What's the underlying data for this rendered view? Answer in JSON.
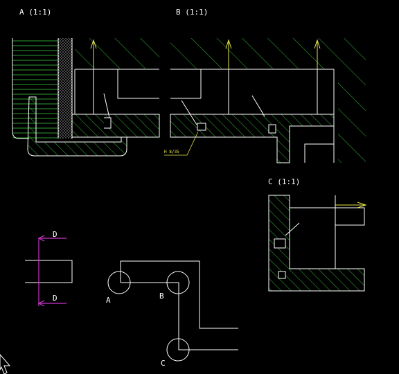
{
  "colors": {
    "background": "#000000",
    "outline": "#ffffff",
    "hatch": "#2e9c2e",
    "marker": "#cc33cc",
    "annotation": "#e6e64d"
  },
  "views": {
    "a": {
      "title": "A (1:1)"
    },
    "b": {
      "title": "B (1:1)",
      "note": "H 8/35"
    },
    "c": {
      "title": "C (1:1)"
    }
  },
  "section": {
    "d_top": "D",
    "d_bottom": "D"
  },
  "layout_sketch": {
    "a": "A",
    "b": "B",
    "c": "C"
  },
  "icons": [
    "cursor-icon"
  ]
}
